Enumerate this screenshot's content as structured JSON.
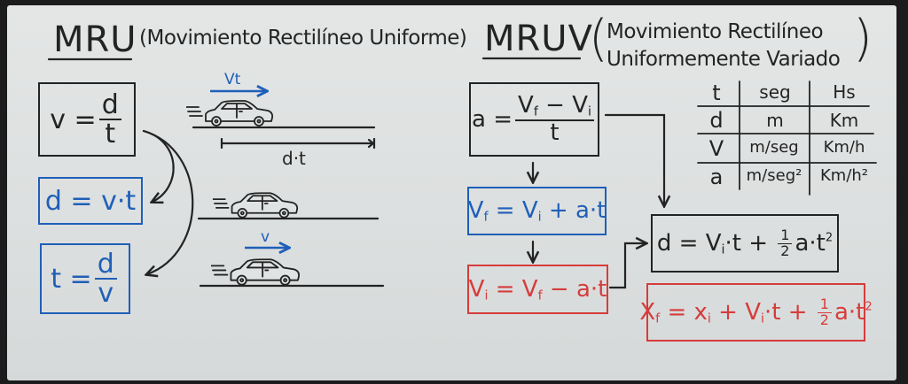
{
  "mru": {
    "title": "MRU",
    "subtitle": "(Movimiento Rectilíneo Uniforme)",
    "formulas": {
      "velocity": {
        "lhs": "v =",
        "num": "d",
        "den": "t"
      },
      "distance": {
        "text": "d = v·t"
      },
      "time": {
        "lhs": "t =",
        "num": "d",
        "den": "v"
      }
    },
    "diagram": {
      "velocity_time_label": "Vt",
      "distance_label": "d·t",
      "velocity_label": "v"
    }
  },
  "mruv": {
    "title": "MRUV",
    "subtitle_line1": "Movimiento Rectilíneo",
    "subtitle_line2": "Uniformemente Variado",
    "paren_open": "(",
    "paren_close": ")",
    "formulas": {
      "acceleration": {
        "lhs": "a =",
        "num": [
          "V",
          "f",
          " − ",
          "V",
          "i"
        ],
        "den": "t"
      },
      "final_velocity": [
        "V",
        "f",
        " = ",
        "V",
        "i",
        " + a·t"
      ],
      "initial_velocity": [
        "V",
        "i",
        " = ",
        "V",
        "f",
        " − a·t"
      ],
      "displacement": [
        "d = ",
        "V",
        "i",
        "·t + ",
        "1",
        "2",
        "a·t",
        "2"
      ],
      "position": [
        "X",
        "f",
        " = x",
        "i",
        " + V",
        "i",
        "·t + ",
        "1",
        "2",
        "a·t",
        "2"
      ]
    },
    "units_table": [
      [
        "t",
        "seg",
        "Hs"
      ],
      [
        "d",
        "m",
        "Km"
      ],
      [
        "V",
        "m/seg",
        "Km/h"
      ],
      [
        "a",
        "m/seg²",
        "Km/h²"
      ]
    ]
  },
  "colors": {
    "black": "#232323",
    "blue": "#1f5fb8",
    "red": "#d63c3c",
    "board": "#dfe2e2"
  }
}
